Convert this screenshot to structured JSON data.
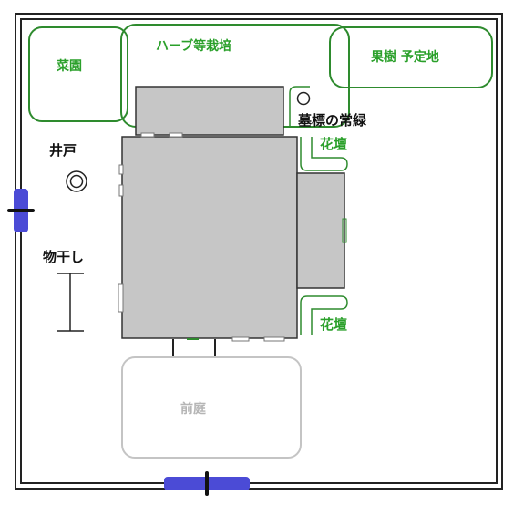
{
  "labels": {
    "vegetable_garden": "菜園",
    "herb_area": "ハーブ等栽培",
    "fruit_trees": "果樹 予定地",
    "grave_marker": "墓標の常緑",
    "flower_bed_top": "花壇",
    "flower_bed_bottom": "花壇",
    "well": "井戸",
    "laundry": "物干し",
    "front_garden": "前庭"
  },
  "colors": {
    "plant_green": "#2aa02a",
    "house_gray": "#c6c6c6",
    "gate_blue": "#4b4bd6",
    "front_garden_gray": "#b5b5b5"
  }
}
